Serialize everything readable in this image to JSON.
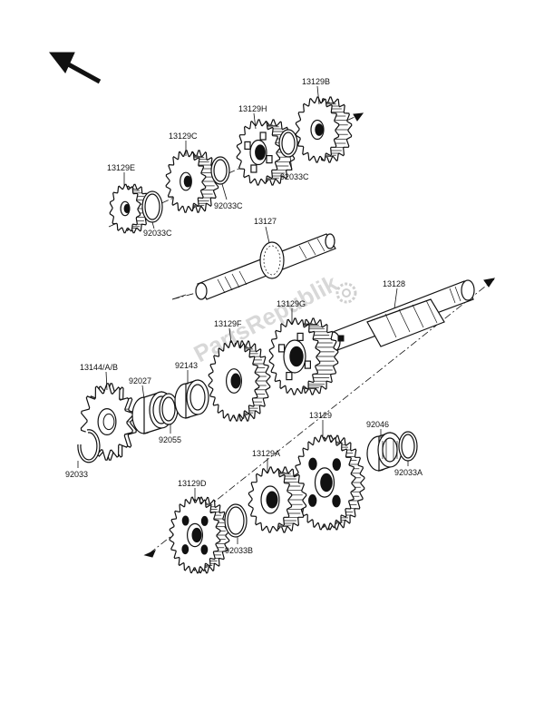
{
  "diagram": {
    "watermark": "PartsRepublik",
    "labels": {
      "p13129B": "13129B",
      "p13129H": "13129H",
      "p13129C": "13129C",
      "p13129E": "13129E",
      "p92033C_a": "92033C",
      "p92033C_b": "92033C",
      "p92033C_c": "92033C",
      "p13127": "13127",
      "p13128": "13128",
      "p13129G": "13129G",
      "p13129F": "13129F",
      "p13144": "13144/A/B",
      "p92027": "92027",
      "p92143": "92143",
      "p92055": "92055",
      "p92033": "92033",
      "p13129": "13129",
      "p92046": "92046",
      "p13129A": "13129A",
      "p92033A": "92033A",
      "p13129D": "13129D",
      "p92033B": "92033B"
    }
  }
}
